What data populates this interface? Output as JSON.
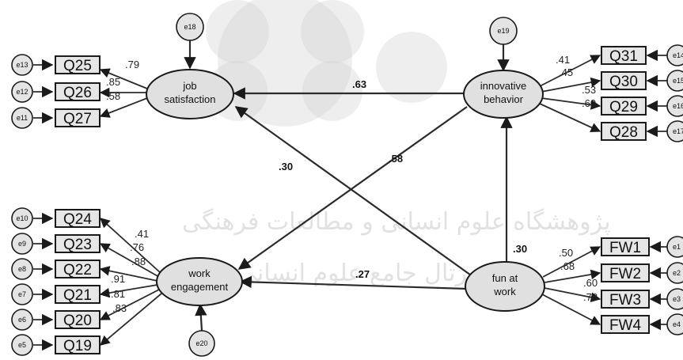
{
  "latent": {
    "job": {
      "l1": "job",
      "l2": "satisfaction"
    },
    "innov": {
      "l1": "innovative",
      "l2": "behavior"
    },
    "work": {
      "l1": "work",
      "l2": "engagement"
    },
    "fun": {
      "l1": "fun at",
      "l2": "work"
    }
  },
  "errors": {
    "e18": "e18",
    "e19": "e19",
    "e20": "e20",
    "e13": "e13",
    "e12": "e12",
    "e11": "e11",
    "e10": "e10",
    "e9": "e9",
    "e8": "e8",
    "e7": "e7",
    "e6": "e6",
    "e5": "e5",
    "e14": "e14",
    "e15": "e15",
    "e16": "e16",
    "e17": "e17",
    "e1": "e1",
    "e2": "e2",
    "e3": "e3",
    "e4": "e4"
  },
  "items": {
    "Q25": "Q25",
    "Q26": "Q26",
    "Q27": "Q27",
    "Q24": "Q24",
    "Q23": "Q23",
    "Q22": "Q22",
    "Q21": "Q21",
    "Q20": "Q20",
    "Q19": "Q19",
    "Q31": "Q31",
    "Q30": "Q30",
    "Q29": "Q29",
    "Q28": "Q28",
    "FW1": "FW1",
    "FW2": "FW2",
    "FW3": "FW3",
    "FW4": "FW4"
  },
  "paths": {
    "innov_to_job": ".63",
    "innov_to_work": ".58",
    "fun_to_job": ".30",
    "fun_to_innov": ".30",
    "fun_to_work": ".27"
  },
  "loadings": {
    "Q25": ".79",
    "Q26": ".85",
    "Q27": ".58",
    "Q24": ".41",
    "Q23": ".76",
    "Q22": ".88",
    "Q21": ".91",
    "Q20": ".81",
    "Q19": ".83",
    "Q31": ".41",
    "Q30": ".45",
    "Q29": ".53",
    "Q28": ".60",
    "FW1": ".50",
    "FW2": ".68",
    "FW3": ".60",
    "FW4": ".78"
  },
  "watermark": {
    "line1": "پژوهشگاه علوم انسانی و مطالعات فرهنگی",
    "line2": "پرتال جامع علوم انسانی"
  }
}
